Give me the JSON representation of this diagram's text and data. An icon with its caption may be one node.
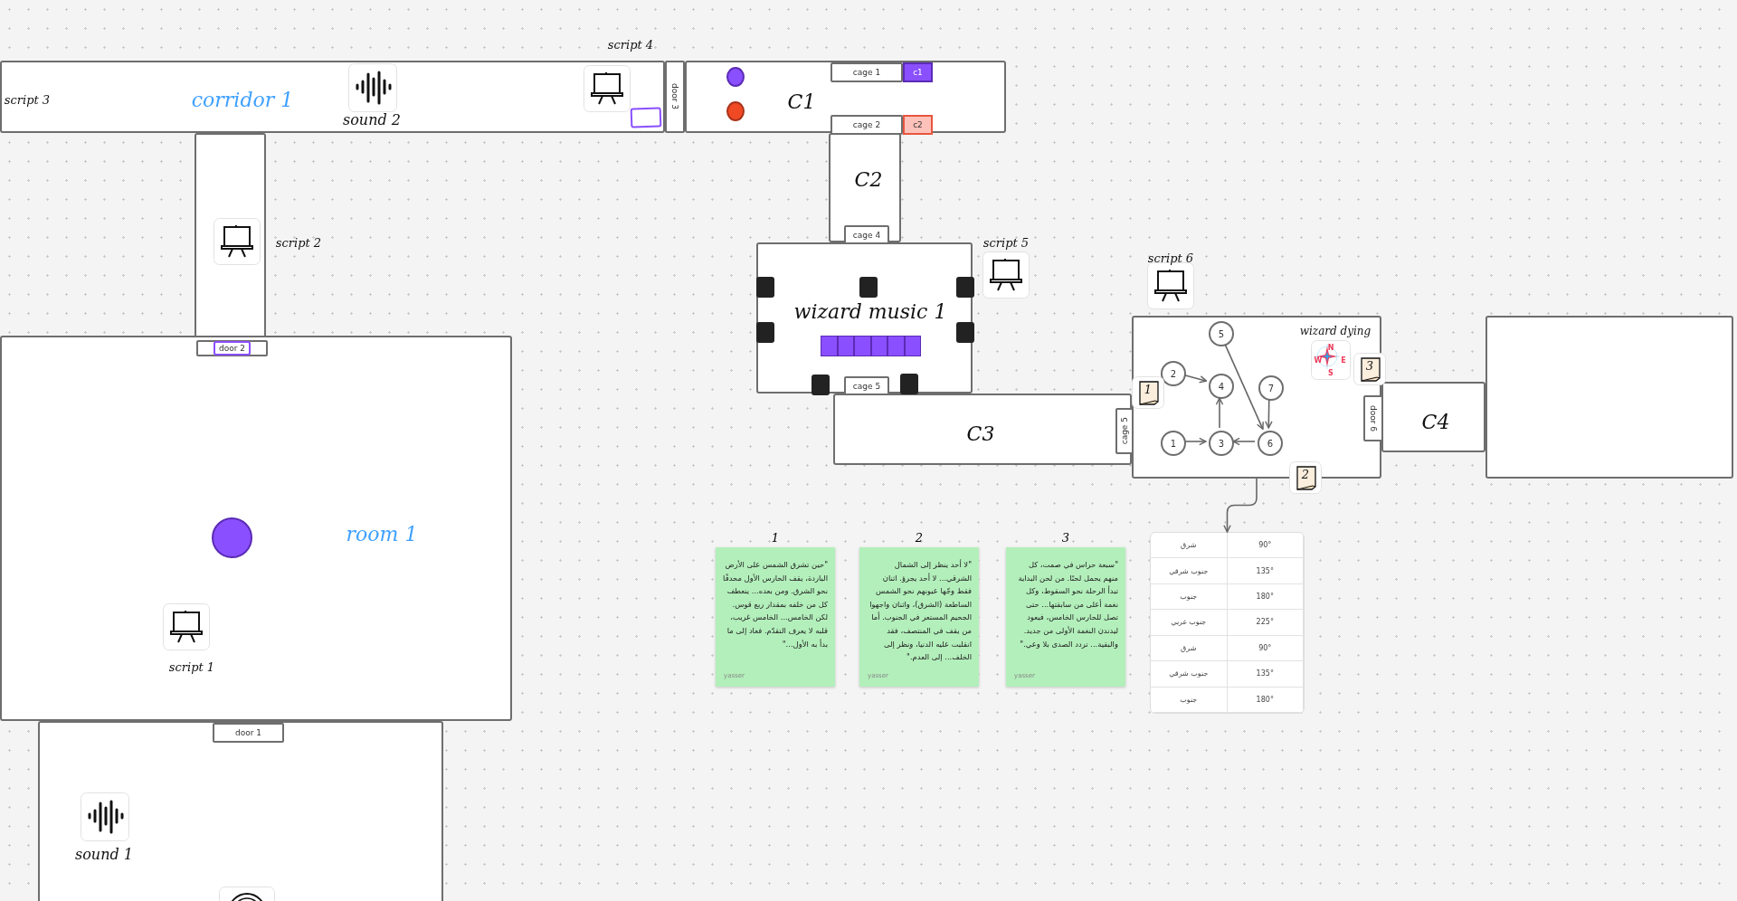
{
  "diagram": {
    "nodes": [
      {
        "text": [
          "corridor 1"
        ]
      },
      {
        "text": [
          "door 3"
        ]
      },
      {
        "text": [
          "C1"
        ]
      },
      {
        "text": [
          "cage 1"
        ],
        "in": 2
      },
      {
        "text": [
          "c1"
        ],
        "in": 2
      },
      {
        "text": [
          "cage 2"
        ],
        "in": 2
      },
      {
        "text": [
          "c2"
        ],
        "in": 2
      },
      {
        "text": [
          "C2"
        ]
      },
      {
        "text": [
          "cage 4"
        ],
        "in": 7
      },
      {
        "text": [
          "wizard music 1"
        ]
      },
      {
        "text": [
          "cage 5"
        ],
        "in": 9
      },
      {
        "text": [],
        "shape": "box"
      },
      {
        "text": [
          "room 1"
        ]
      },
      {
        "text": [
          "door 2"
        ],
        "in": 12
      },
      {
        "text": [
          "C3"
        ]
      },
      {
        "text": [
          "cage 5"
        ],
        "in": 14
      },
      {
        "text": [
          "wizard dying"
        ]
      },
      {
        "text": [
          "5"
        ],
        "in": 16
      },
      {
        "text": [
          "2"
        ],
        "in": 16
      },
      {
        "text": [
          "4"
        ],
        "in": 16
      },
      {
        "text": [
          "7"
        ],
        "in": 16
      },
      {
        "text": [
          "1"
        ],
        "in": 16
      },
      {
        "text": [
          "3"
        ],
        "in": 16
      },
      {
        "text": [
          "6"
        ],
        "in": 16
      },
      {
        "text": [
          "door 6"
        ],
        "in": 16
      },
      {
        "text": [
          "C4"
        ]
      },
      {
        "text": [],
        "shape": "box"
      },
      {
        "text": [
          "1",
          "\"حين تشرق الشمس على الأرض الباردة، يقف الحارس الأول محدقًا نحو الشرق. ومن بعده... ينعطف كل من خلفه بمقدار ربع قوس. لكن الخامس... الخامس غريب، قلبه لا يعرف التقدّم. فعاد إلى ما بدأ به الأول...\"",
          "yasser"
        ]
      },
      {
        "text": [
          "2",
          "\"لا أحد ينظر إلى الشمال الشرقي... لا أحد يجرؤ. اثنان فقط وجّها عيونهم نحو الشمس الساطعة (الشرق)، واثنان واجهوا الجحيم المستعر في الجنوب. أما من يقف في المنتصف، فقد انقلبت عليه الدنيا، ونظر إلى الخلف... إلى العدم.\"",
          "yasser"
        ]
      },
      {
        "text": [
          "3",
          "\"سبعة حراس في صمت، كل منهم يحمل لحنًا. من لحن البداية تبدأ الرحلة نحو السقوط، وكل نغمة أعلى من سابقتها... حتى تصل للحارس الخامس، فيعود ليدندن النغمة الأولى من جديد. والبقية... تردد الصدى بلا وعي.\"",
          "yasser"
        ]
      },
      {
        "text": [
          "شرق",
          "90°",
          "جنوب شرقي",
          "135°",
          "جنوب",
          "180°",
          "جنوب غربي",
          "225°",
          "شرق",
          "90°",
          "جنوب شرقي",
          "135°",
          "جنوب",
          "180°"
        ]
      },
      {
        "text": [],
        "shape": "box"
      },
      {
        "text": [
          "door 1"
        ],
        "in": 31
      }
    ],
    "edges": [
      {
        "from": 18,
        "to": 19,
        "arrow": "to"
      },
      {
        "from": 22,
        "to": 19,
        "arrow": "to"
      },
      {
        "from": 21,
        "to": 22,
        "arrow": "to"
      },
      {
        "from": 23,
        "to": 22,
        "arrow": "to"
      },
      {
        "from": 20,
        "to": 23,
        "arrow": "to"
      },
      {
        "from": 17,
        "to": 23,
        "arrow": "to"
      },
      {
        "from": 16,
        "to": 30,
        "arrow": "to"
      }
    ],
    "labels": [
      "script 4",
      "script 3",
      "sound 2",
      "script 2",
      "script 5",
      "script 6",
      "N",
      "E",
      "S",
      "W",
      "3",
      "1",
      "2",
      "script 1",
      "sound 1"
    ]
  }
}
